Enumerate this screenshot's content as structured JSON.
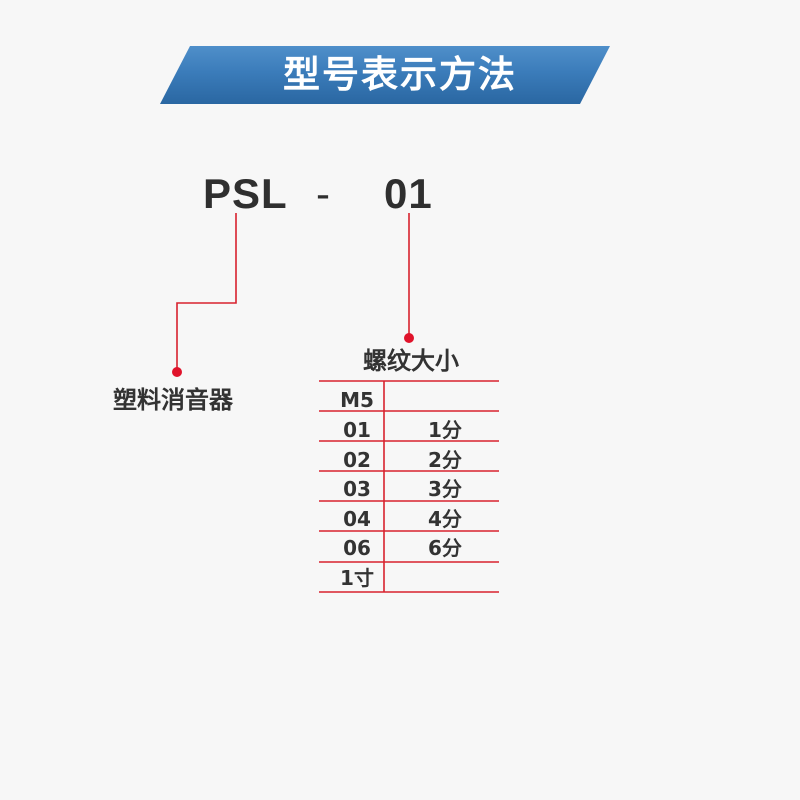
{
  "banner": {
    "title": "型号表示方法"
  },
  "model_code": {
    "series": "PSL",
    "separator": "-",
    "size_code": "01"
  },
  "labels": {
    "series": "塑料消音器",
    "thread_size": "螺纹大小"
  },
  "thread_table": {
    "rows": [
      {
        "code": "M5"
      },
      {
        "code": "01",
        "size": "1分"
      },
      {
        "code": "02",
        "size": "2分"
      },
      {
        "code": "03",
        "size": "3分"
      },
      {
        "code": "04",
        "size": "4分"
      },
      {
        "code": "06",
        "size": "6分"
      },
      {
        "code": "1寸"
      }
    ]
  },
  "colors": {
    "banner_top": "#4f8fca",
    "banner_bottom": "#2a67a2",
    "accent_red": "#d8222e",
    "text": "#333333",
    "background": "#f7f7f7"
  }
}
